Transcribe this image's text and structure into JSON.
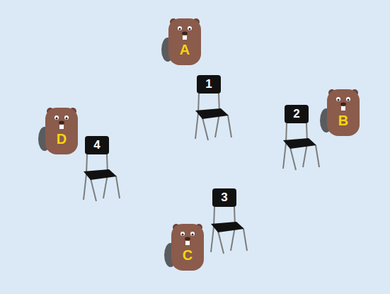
{
  "diagram": {
    "nodes": [
      {
        "text": [
          "A"
        ]
      },
      {
        "text": [
          "1"
        ]
      },
      {
        "text": [
          "2"
        ]
      },
      {
        "text": [
          "B"
        ]
      },
      {
        "text": [
          "D"
        ]
      },
      {
        "text": [
          "4"
        ]
      },
      {
        "text": [
          "3"
        ]
      },
      {
        "text": [
          "C"
        ]
      }
    ]
  }
}
